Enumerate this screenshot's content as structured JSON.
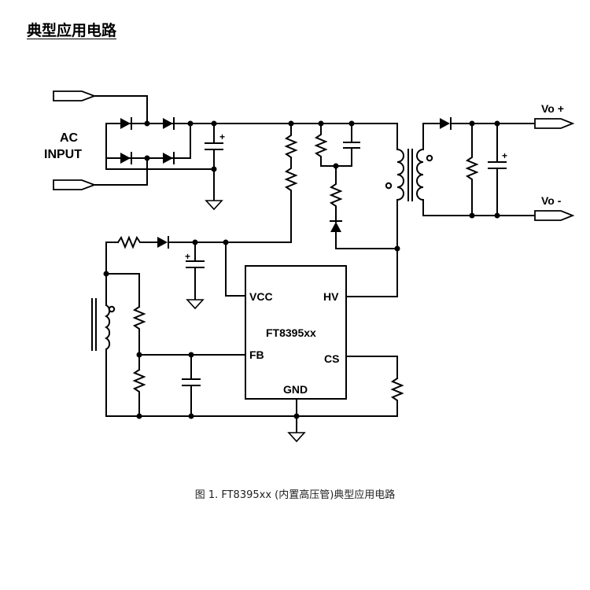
{
  "heading": "典型应用电路",
  "caption": "图 1. FT8395xx (内置高压管)典型应用电路",
  "diagram": {
    "ac_input_line1": "AC",
    "ac_input_line2": "INPUT",
    "output_positive": "Vo +",
    "output_negative": "Vo -",
    "chip": {
      "name": "FT8395xx",
      "pins": {
        "vcc": "VCC",
        "hv": "HV",
        "fb": "FB",
        "cs": "CS",
        "gnd": "GND"
      }
    },
    "polarity_mark": "+"
  }
}
